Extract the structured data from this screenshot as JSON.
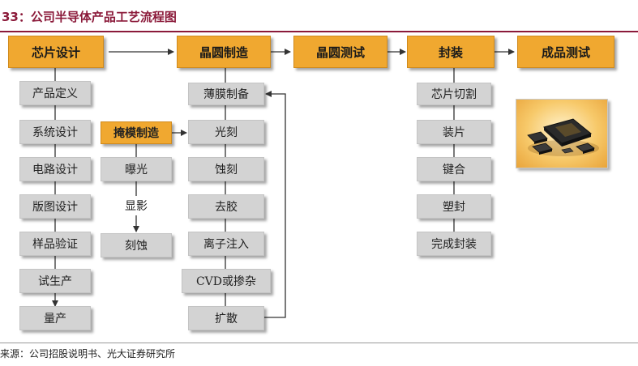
{
  "header": {
    "title": "33：公司半导体产品工艺流程图"
  },
  "stages": [
    {
      "label": "芯片设计"
    },
    {
      "label": "晶圆制造"
    },
    {
      "label": "晶圆测试"
    },
    {
      "label": "封装"
    },
    {
      "label": "成品测试"
    }
  ],
  "design_steps": [
    "产品定义",
    "系统设计",
    "电路设计",
    "版图设计",
    "样品验证",
    "试生产",
    "量产"
  ],
  "mask": {
    "title": "掩模制造",
    "steps": [
      "曝光",
      "显影",
      "刻蚀"
    ]
  },
  "fab_steps": [
    "薄膜制备",
    "光刻",
    "蚀刻",
    "去胶",
    "离子注入",
    "CVD或掺杂",
    "扩散"
  ],
  "packaging_steps": [
    "芯片切割",
    "装片",
    "键合",
    "塑封",
    "完成封装"
  ],
  "footer": {
    "source": "来源：公司招股说明书、光大证券研究所"
  },
  "colors": {
    "stage_fill": "#f0a830",
    "step_fill": "#d3d3d3",
    "title_color": "#8b1a3a",
    "connector": "#333333"
  },
  "image": {
    "icon": "semiconductor-chips-photo"
  }
}
